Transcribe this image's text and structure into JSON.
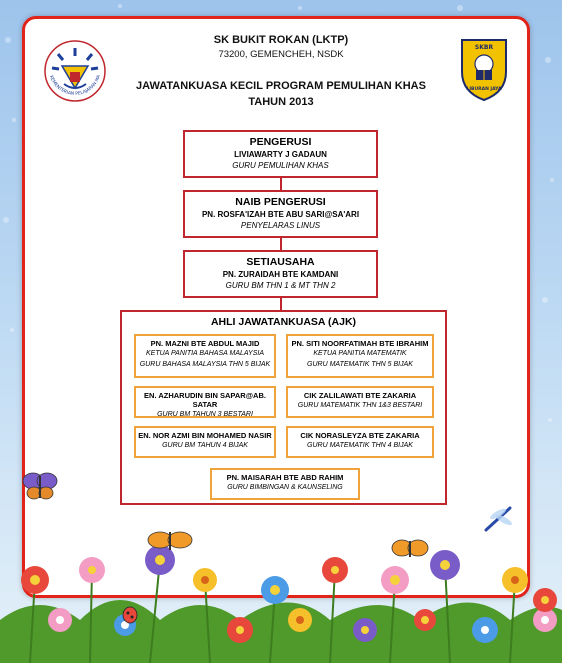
{
  "school": {
    "name": "SK BUKIT ROKAN (LKTP)",
    "address": "73200, GEMENCHEH, NSDK"
  },
  "program": {
    "title": "JAWATANKUASA KECIL PROGRAM PEMULIHAN KHAS",
    "year": "TAHUN 2013"
  },
  "logos": {
    "left_text": "KEMENTERIAN PELAJARAN MALAYSIA",
    "right_top": "SKBR",
    "right_motto": "LIBURAN JAYA"
  },
  "pengerusi": {
    "heading": "PENGERUSI",
    "name": "LIVIAWARTY J GADAUN",
    "role": "GURU PEMULIHAN KHAS"
  },
  "naib": {
    "heading": "NAIB PENGERUSI",
    "name": "PN. ROSFA'IZAH BTE ABU SARI@SA'ARI",
    "role": "PENYELARAS LINUS"
  },
  "setiausaha": {
    "heading": "SETIAUSAHA",
    "name": "PN. ZURAIDAH BTE KAMDANI",
    "role": "GURU BM THN 1 & MT THN 2"
  },
  "ajk": {
    "heading": "AHLI JAWATANKUASA (AJK)",
    "members": [
      {
        "name": "PN. MAZNI BTE ABDUL MAJID",
        "role1": "KETUA PANITIA BAHASA MALAYSIA",
        "role2": "GURU BAHASA MALAYSIA THN 5 BIJAK"
      },
      {
        "name": "PN. SITI NOORFATIMAH BTE IBRAHIM",
        "role1": "KETUA PANITIA MATEMATIK",
        "role2": "GURU MATEMATIK THN 5 BIJAK"
      },
      {
        "name": "EN. AZHARUDIN BIN SAPAR@AB. SATAR",
        "role1": "GURU BM TAHUN 3 BESTARI",
        "role2": ""
      },
      {
        "name": "CIK ZALILAWATI BTE ZAKARIA",
        "role1": "GURU MATEMATIK THN 1&3 BESTARI",
        "role2": ""
      },
      {
        "name": "EN. NOR AZMI BIN MOHAMED NASIR",
        "role1": "GURU BM TAHUN 4 BIJAK",
        "role2": ""
      },
      {
        "name": "CIK NORASLEYZA BTE ZAKARIA",
        "role1": "GURU MATEMATIK THN 4 BIJAK",
        "role2": ""
      },
      {
        "name": "PN. MAISARAH BTE ABD RAHIM",
        "role1": "GURU BIMBINGAN & KAUNSELING",
        "role2": ""
      }
    ]
  },
  "colors": {
    "frame": "#e2231a",
    "box_border": "#c0272d",
    "member_border": "#f0a33a",
    "sky": "#9ec4ec"
  },
  "decor": [
    "flower-meadow",
    "butterfly-icon",
    "dragonfly-icon",
    "ladybug-icon"
  ]
}
